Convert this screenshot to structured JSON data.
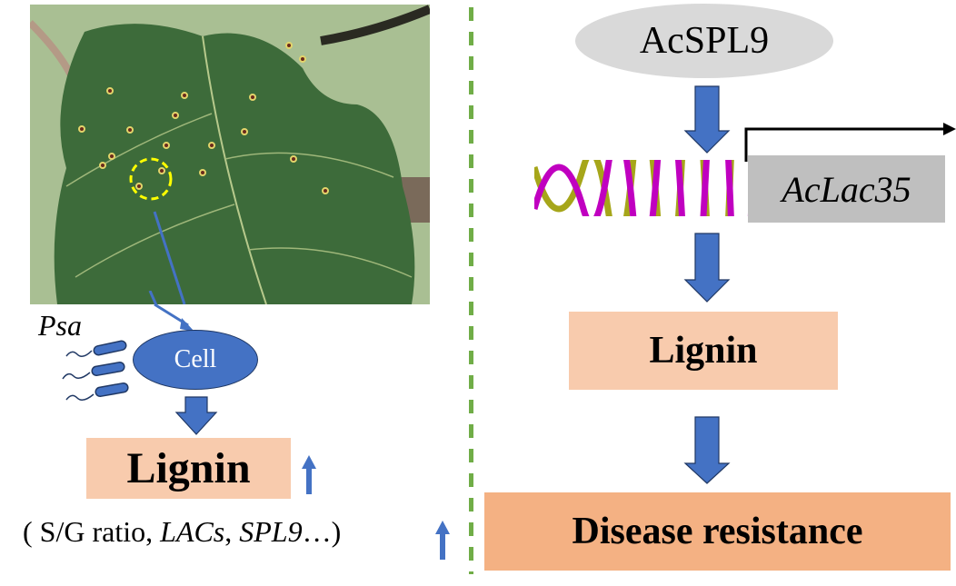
{
  "left_panel": {
    "photo_alt": "Kiwifruit leaf with bacterial canker lesions",
    "pathogen_label": "Psa",
    "cell_label": "Cell",
    "result_label": "Lignin",
    "note": {
      "open": "( S/G ratio, ",
      "item1": "LACs",
      "sep": ", ",
      "item2": "SPL9",
      "ellipsis": "…)"
    }
  },
  "right_panel": {
    "regulator_label": "AcSPL9",
    "target_gene_label": "AcLac35",
    "product_label": "Lignin",
    "outcome_label": "Disease resistance"
  },
  "colors": {
    "arrow_blue": "#4472c4",
    "arrow_outline": "#203864",
    "lignin_fill": "#f8cbad",
    "disease_fill": "#f4b183",
    "regulator_fill": "#d9d9d9",
    "gene_fill": "#bfbfbf",
    "divider_green": "#70ad47",
    "dna_strand_a": "#c000c0",
    "dna_strand_b": "#a6a61a",
    "highlight_yellow": "#ffff00"
  }
}
